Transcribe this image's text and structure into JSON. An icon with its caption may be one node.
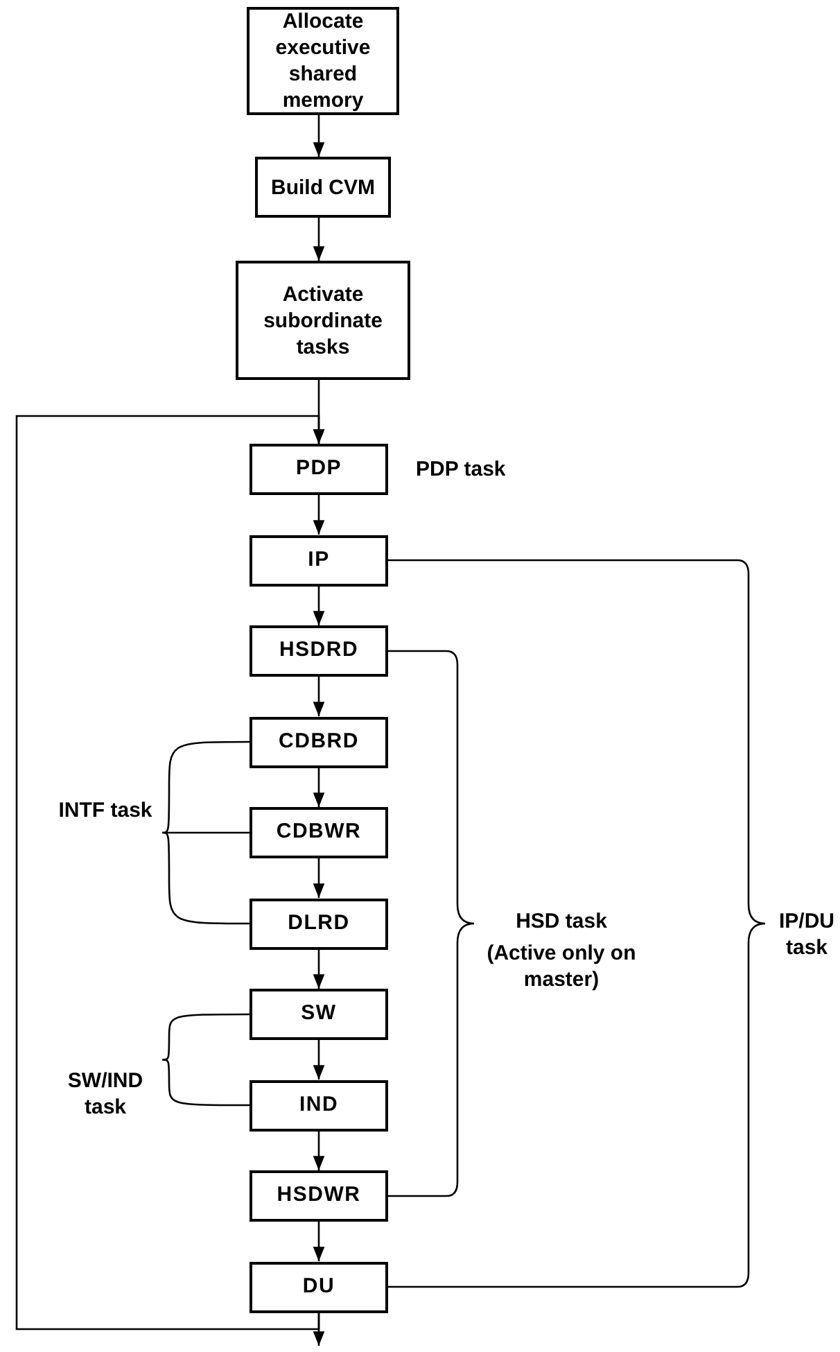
{
  "diagram": {
    "nodes": [
      {
        "text": [
          "Allocate executive shared memory"
        ]
      },
      {
        "text": [
          "Build CVM"
        ]
      },
      {
        "text": [
          "Activate subordinate tasks"
        ]
      },
      {
        "text": [
          "PDP"
        ],
        "beside": [
          "PDP task"
        ]
      },
      {
        "text": [
          "IP"
        ]
      },
      {
        "text": [
          "HSDRD"
        ]
      },
      {
        "text": [
          "CDBRD"
        ]
      },
      {
        "text": [
          "CDBWR"
        ]
      },
      {
        "text": [
          "DLRD"
        ]
      },
      {
        "text": [
          "SW"
        ]
      },
      {
        "text": [
          "IND"
        ]
      },
      {
        "text": [
          "HSDWR"
        ]
      },
      {
        "text": [
          "DU"
        ]
      }
    ],
    "edges": [
      {
        "from": 0,
        "to": 1,
        "arrow": "to"
      },
      {
        "from": 1,
        "to": 2,
        "arrow": "to"
      },
      {
        "from": 2,
        "to": 3,
        "arrow": "to"
      },
      {
        "from": 3,
        "to": 4,
        "arrow": "to"
      },
      {
        "from": 4,
        "to": 5,
        "arrow": "to"
      },
      {
        "from": 5,
        "to": 6,
        "arrow": "to"
      },
      {
        "from": 6,
        "to": 7,
        "arrow": "to"
      },
      {
        "from": 7,
        "to": 8,
        "arrow": "to"
      },
      {
        "from": 8,
        "to": 9,
        "arrow": "to"
      },
      {
        "from": 9,
        "to": 10,
        "arrow": "to"
      },
      {
        "from": 10,
        "to": 11,
        "arrow": "to"
      },
      {
        "from": 11,
        "to": 12,
        "arrow": "to"
      },
      {
        "from": 12,
        "to": null,
        "arrow": "to"
      },
      {
        "from": 12,
        "to": 3,
        "arrow": "to"
      }
    ],
    "labels": [
      "INTF task",
      "SW/IND task",
      "HSD task",
      "(Active only on master)",
      "IP/DU task"
    ]
  }
}
